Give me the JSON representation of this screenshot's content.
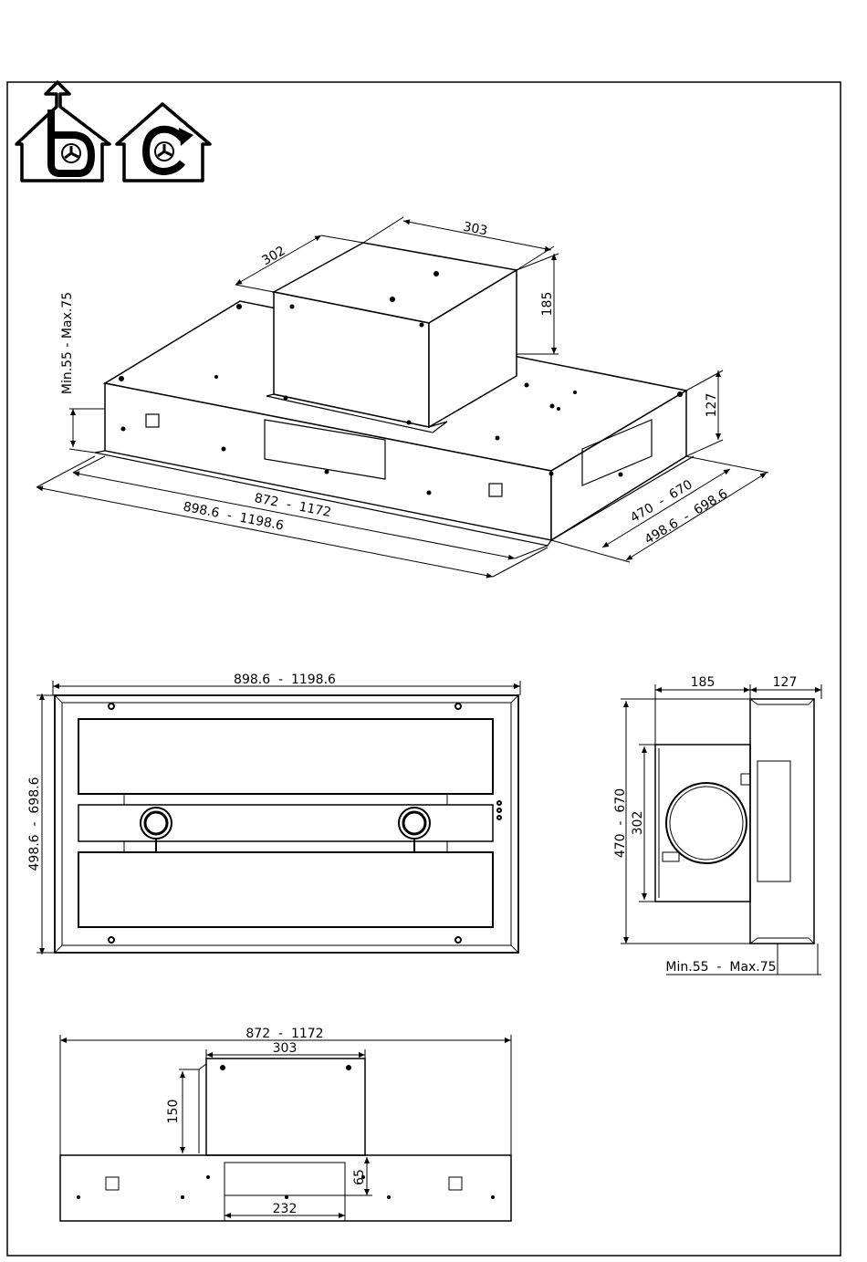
{
  "icons": [
    "ducted-extraction-icon",
    "recirculation-icon"
  ],
  "isometric": {
    "motor_width": "303",
    "motor_depth": "302",
    "motor_height": "185",
    "body_height": "127",
    "install_height": "Min.55  -  Max.75",
    "inner_width": "872  -  1172",
    "outer_width": "898.6  -  1198.6",
    "inner_depth": "470  -  670",
    "outer_depth": "498.6  -  698.6"
  },
  "bottom_view": {
    "width": "898.6  -  1198.6",
    "depth": "498.6  -  698.6"
  },
  "side_view": {
    "motor_depth": "185",
    "body_depth": "127",
    "inner_height": "470  -  670",
    "motor_width": "302",
    "install_height": "Min.55  -  Max.75"
  },
  "front_view": {
    "inner_width": "872  -  1172",
    "motor_width": "303",
    "motor_height": "150",
    "window_height": "65",
    "window_width": "232"
  }
}
